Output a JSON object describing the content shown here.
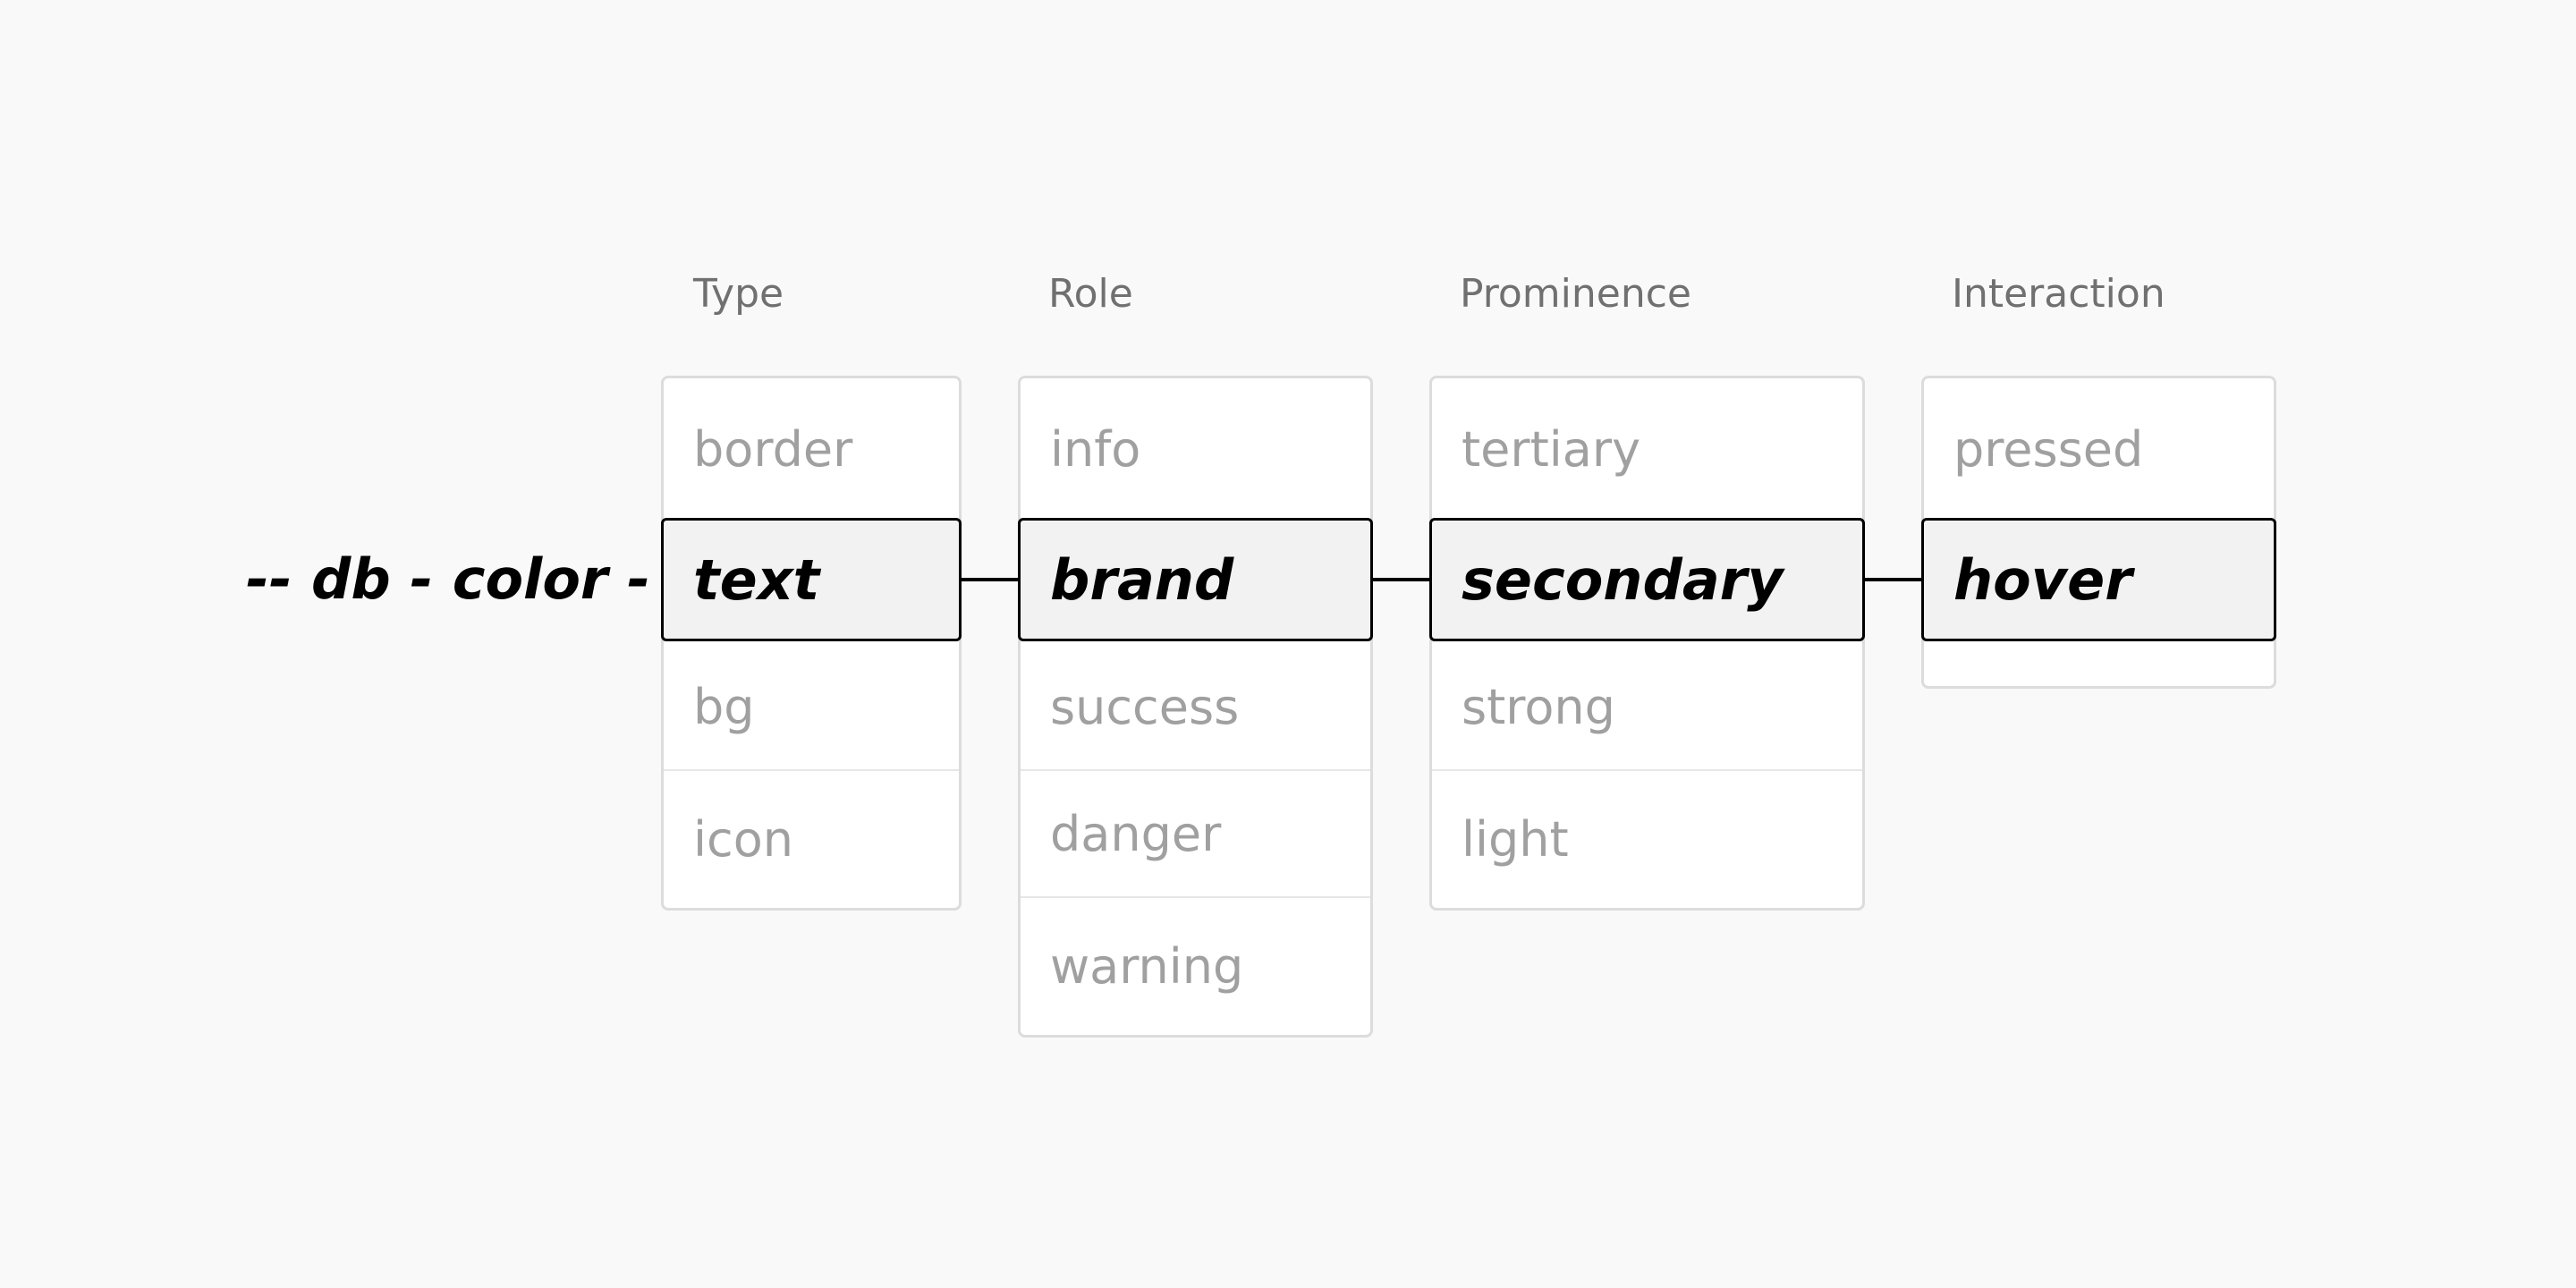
{
  "prefix": "-- db - color -",
  "columns": [
    {
      "header": "Type",
      "options_above": [
        "border"
      ],
      "selected": "text",
      "options_below": [
        "bg",
        "icon"
      ]
    },
    {
      "header": "Role",
      "options_above": [
        "info"
      ],
      "selected": "brand",
      "options_below": [
        "success",
        "danger",
        "warning"
      ]
    },
    {
      "header": "Prominence",
      "options_above": [
        "tertiary"
      ],
      "selected": "secondary",
      "options_below": [
        "strong",
        "light"
      ]
    },
    {
      "header": "Interaction",
      "options_above": [
        "pressed"
      ],
      "selected": "hover",
      "options_below": []
    }
  ]
}
